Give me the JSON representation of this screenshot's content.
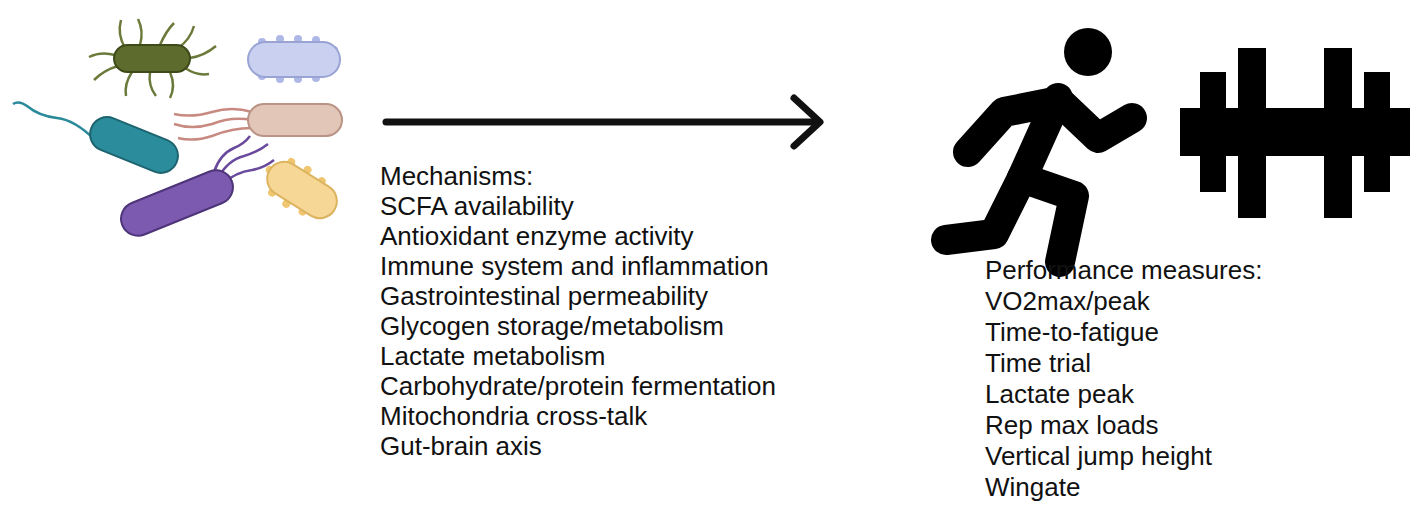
{
  "diagram": {
    "labels": [
      "Mechanisms:",
      "SCFA availability",
      "Antioxidant enzyme activity",
      "Immune system and inflammation",
      "Gastrointestinal permeability",
      "Glycogen storage/metabolism",
      "Lactate metabolism",
      "Carbohydrate/protein fermentation",
      "Mitochondria cross-talk",
      "Gut-brain axis",
      "Performance measures:",
      "VO2max/peak",
      "Time-to-fatigue",
      "Time trial",
      "Lactate peak",
      "Rep max loads",
      "Vertical jump height",
      "Wingate"
    ]
  }
}
